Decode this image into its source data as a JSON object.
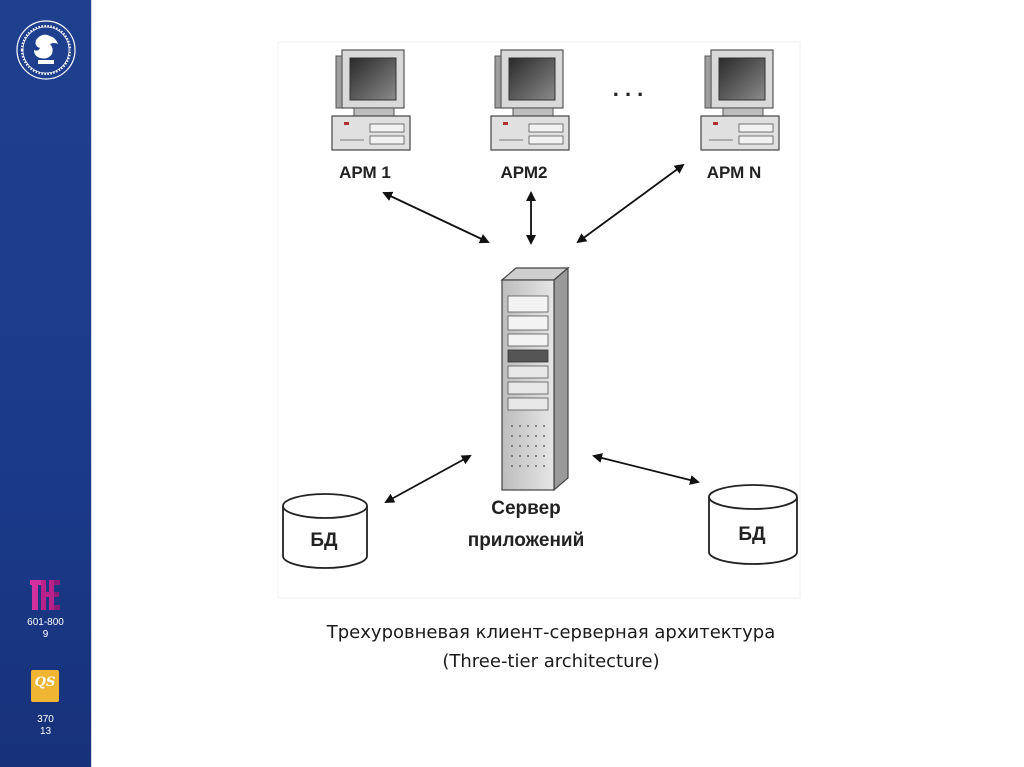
{
  "sidebar": {
    "the_rank": "601-800",
    "the_sub": "9",
    "the_label": "THE",
    "qs_label": "QS",
    "qs_rank": "370",
    "qs_sub": "13"
  },
  "diagram": {
    "workstations": [
      {
        "label": "АРМ 1"
      },
      {
        "label": "АРМ2"
      },
      {
        "label": "АРМ N"
      }
    ],
    "ellipsis": ". . .",
    "server_label_line1": "Сервер",
    "server_label_line2": "приложений",
    "databases": [
      {
        "label": "БД"
      },
      {
        "label": "БД"
      }
    ]
  },
  "caption": {
    "line1": "Трехуровневая клиент-серверная архитектура",
    "line2": "(Three-tier architecture)"
  },
  "colors": {
    "sidebar": "#1f3f8f",
    "qs_badge": "#f0b533",
    "the_badge": "#a0208a"
  }
}
